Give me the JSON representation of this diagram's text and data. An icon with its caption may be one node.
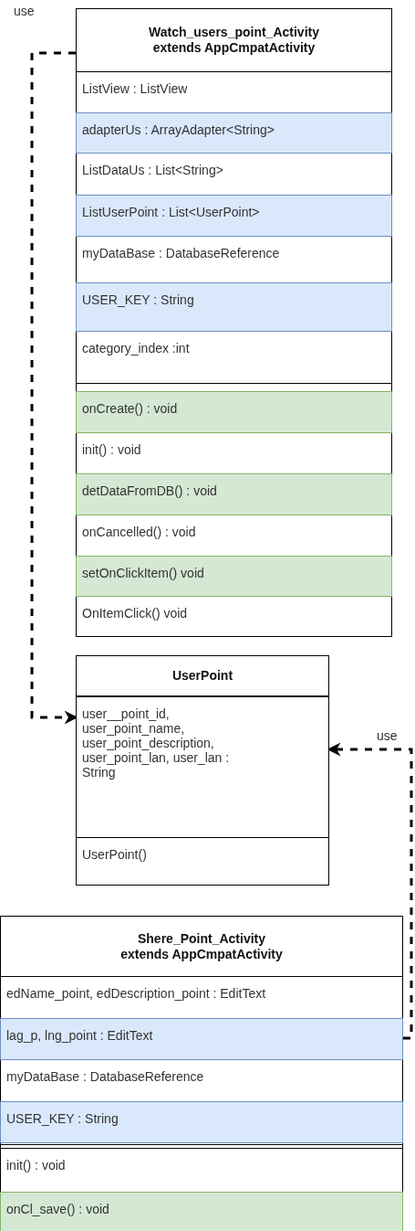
{
  "diagram": {
    "nodes": [
      {
        "text": [
          "Watch_users_point_Activity extends AppCmpatActivity"
        ]
      },
      {
        "text": [
          "ListView : ListView"
        ],
        "in": 0
      },
      {
        "text": [
          "adapterUs : ArrayAdapter<String>"
        ],
        "in": 0
      },
      {
        "text": [
          "ListDataUs : List<String>"
        ],
        "in": 0
      },
      {
        "text": [
          "ListUserPoint : List<UserPoint>"
        ],
        "in": 0
      },
      {
        "text": [
          "myDataBase : DatabaseReference"
        ],
        "in": 0
      },
      {
        "text": [
          "USER_KEY : String"
        ],
        "in": 0
      },
      {
        "text": [
          "category_index :int"
        ],
        "in": 0
      },
      {
        "text": [
          "onCreate() : void"
        ],
        "in": 0
      },
      {
        "text": [
          "init() : void"
        ],
        "in": 0
      },
      {
        "text": [
          "detDataFromDB() : void"
        ],
        "in": 0
      },
      {
        "text": [
          "onCancelled() : void"
        ],
        "in": 0
      },
      {
        "text": [
          "setOnClickItem() void"
        ],
        "in": 0
      },
      {
        "text": [
          "OnItemClick() void"
        ],
        "in": 0
      },
      {
        "text": [
          "UserPoint"
        ]
      },
      {
        "text": [
          "user__point_id, user_point_name, user_point_description, user_point_lan, user_lan : String"
        ],
        "in": 14
      },
      {
        "text": [
          "UserPoint()"
        ],
        "in": 14
      },
      {
        "text": [
          "Shere_Point_Activity extends AppCmpatActivity"
        ]
      },
      {
        "text": [
          "edName_point, edDescription_point : EditText"
        ],
        "in": 17
      },
      {
        "text": [
          "lag_p, lng_point : EditText"
        ],
        "in": 17
      },
      {
        "text": [
          "myDataBase : DatabaseReference"
        ],
        "in": 17
      },
      {
        "text": [
          "USER_KEY : String"
        ],
        "in": 17
      },
      {
        "text": [
          "init() : void"
        ],
        "in": 17
      },
      {
        "text": [
          "onCl_save() : void"
        ],
        "in": 17
      }
    ],
    "edges": [
      {
        "from": 0,
        "to": 15,
        "arrow": "to",
        "style": "dashed",
        "label": "use"
      },
      {
        "from": 19,
        "to": 15,
        "arrow": "to",
        "style": "dashed",
        "label": "use"
      }
    ]
  }
}
